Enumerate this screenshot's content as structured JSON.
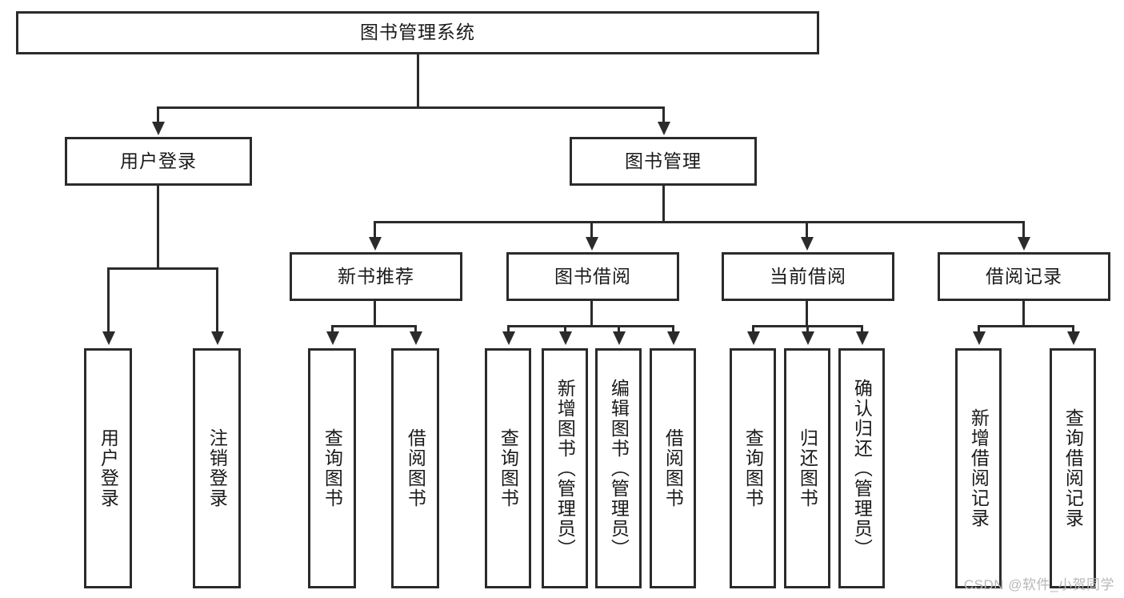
{
  "diagram": {
    "title": "图书管理系统",
    "type": "tree-hierarchy-diagram",
    "colors": {
      "stroke": "#2b2b2b",
      "fill": "#ffffff",
      "text": "#1a1a1a",
      "watermark": "#b8b8b8"
    },
    "root": {
      "label": "图书管理系统"
    },
    "level2": [
      {
        "label": "用户登录"
      },
      {
        "label": "图书管理"
      }
    ],
    "level3": [
      {
        "label": "新书推荐"
      },
      {
        "label": "图书借阅"
      },
      {
        "label": "当前借阅"
      },
      {
        "label": "借阅记录"
      }
    ],
    "leaves": {
      "user_login": [
        {
          "label": "用户登录"
        },
        {
          "label": "注销登录"
        }
      ],
      "new_book_recommend": [
        {
          "label": "查询图书"
        },
        {
          "label": "借阅图书"
        }
      ],
      "book_borrow": [
        {
          "label": "查询图书"
        },
        {
          "label": "新增图书（管理员）"
        },
        {
          "label": "编辑图书（管理员）"
        },
        {
          "label": "借阅图书"
        }
      ],
      "current_borrow": [
        {
          "label": "查询图书"
        },
        {
          "label": "归还图书"
        },
        {
          "label": "确认归还（管理员）"
        }
      ],
      "borrow_record": [
        {
          "label": "新增借阅记录"
        },
        {
          "label": "查询借阅记录"
        }
      ]
    },
    "watermark": "CSDN @软件_小贺同学"
  }
}
